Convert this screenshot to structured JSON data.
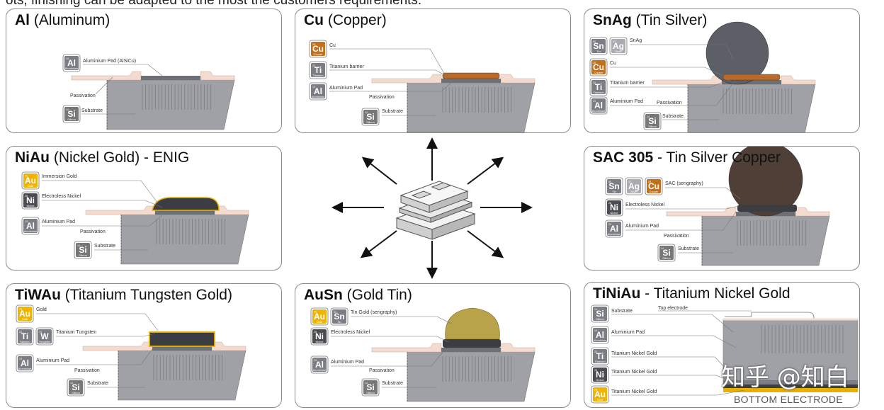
{
  "header_text": "ots, finishing can be adapted to the most the customers requirements.",
  "colors": {
    "substrate": "#9fa1a6",
    "pad": "#6d7075",
    "copper": "#b86b2a",
    "gold": "#e8b000",
    "solder_gray": "#5d5f66",
    "sac_brown": "#4f3f36",
    "ausn": "#b9a34a",
    "passivation": "#f3dccf",
    "nickel_dark": "#3b3d42"
  },
  "panels": [
    {
      "id": "al",
      "title_bold": "Al",
      "title_rest": " (Aluminum)",
      "elements": [
        {
          "sym": "Al",
          "name": "Aluminium",
          "num": "13",
          "label": "Aluminium Pad (AlSiCu)",
          "color": "gray"
        }
      ],
      "passivation_label": "Passivation",
      "substrate": {
        "sym": "Si",
        "name": "Silicon",
        "num": "14",
        "label": "Substrate"
      }
    },
    {
      "id": "cu",
      "title_bold": "Cu",
      "title_rest": " (Copper)",
      "elements": [
        {
          "sym": "Cu",
          "name": "Copper",
          "num": "29",
          "label": "Cu",
          "color": "copper"
        },
        {
          "sym": "Ti",
          "name": "Titanium",
          "num": "22",
          "label": "Titanium barrier",
          "color": "gray"
        },
        {
          "sym": "Al",
          "name": "Aluminium",
          "num": "13",
          "label": "Aluminium Pad",
          "color": "gray"
        }
      ],
      "passivation_label": "Passivation",
      "substrate": {
        "sym": "Si",
        "name": "Silicon",
        "num": "14",
        "label": "Substrate"
      }
    },
    {
      "id": "snag",
      "title_bold": "SnAg",
      "title_rest": " (Tin Silver)",
      "elements": [
        {
          "sym": "Sn",
          "name": "Tin",
          "num": "50",
          "label": "",
          "color": "gray"
        },
        {
          "sym": "Ag",
          "name": "Silver",
          "num": "47",
          "label": "SnAg",
          "color": "lightgray"
        },
        {
          "sym": "Cu",
          "name": "Copper",
          "num": "29",
          "label": "Cu",
          "color": "copper"
        },
        {
          "sym": "Ti",
          "name": "Titanium",
          "num": "22",
          "label": "Titanium barrier",
          "color": "gray"
        },
        {
          "sym": "Al",
          "name": "Aluminium",
          "num": "13",
          "label": "Aluminium Pad",
          "color": "gray"
        }
      ],
      "passivation_label": "Passivation",
      "substrate": {
        "sym": "Si",
        "name": "Silicon",
        "num": "14",
        "label": "Substrate"
      }
    },
    {
      "id": "niau",
      "title_bold": "NiAu",
      "title_rest": " (Nickel Gold) - ENIG",
      "elements": [
        {
          "sym": "Au",
          "name": "Gold",
          "num": "79",
          "label": "Immersion Gold",
          "color": "gold"
        },
        {
          "sym": "Ni",
          "name": "Nickel",
          "num": "28",
          "label": "Electroless Nickel",
          "color": "dark"
        },
        {
          "sym": "Al",
          "name": "Aluminium",
          "num": "13",
          "label": "Aluminium Pad",
          "color": "gray"
        }
      ],
      "passivation_label": "Passivation",
      "substrate": {
        "sym": "Si",
        "name": "Silicon",
        "num": "14",
        "label": "Substrate"
      }
    },
    {
      "id": "sac",
      "title_bold": "SAC 305",
      "title_rest": " - Tin Silver Copper",
      "elements": [
        {
          "sym": "Sn",
          "name": "Tin",
          "num": "50",
          "label": "",
          "color": "gray"
        },
        {
          "sym": "Ag",
          "name": "Silver",
          "num": "47",
          "label": "",
          "color": "lightgray"
        },
        {
          "sym": "Cu",
          "name": "Copper",
          "num": "29",
          "label": "SAC (serigraphy)",
          "color": "copper"
        },
        {
          "sym": "Ni",
          "name": "Nickel",
          "num": "28",
          "label": "Electroless Nickel",
          "color": "dark"
        },
        {
          "sym": "Al",
          "name": "Aluminium",
          "num": "13",
          "label": "Aluminium Pad",
          "color": "gray"
        }
      ],
      "passivation_label": "Passivation",
      "substrate": {
        "sym": "Si",
        "name": "Silicon",
        "num": "14",
        "label": "Substrate"
      }
    },
    {
      "id": "tiwau",
      "title_bold": "TiWAu",
      "title_rest": " (Titanium Tungsten Gold)",
      "elements": [
        {
          "sym": "Au",
          "name": "Gold",
          "num": "79",
          "label": "Gold",
          "color": "gold"
        },
        {
          "sym": "Ti",
          "name": "Titanium",
          "num": "22",
          "label": "",
          "color": "gray"
        },
        {
          "sym": "W",
          "name": "Tungsten",
          "num": "74",
          "label": "Titanium Tungsten",
          "color": "gray"
        },
        {
          "sym": "Al",
          "name": "Aluminium",
          "num": "13",
          "label": "Aluminium Pad",
          "color": "gray"
        }
      ],
      "passivation_label": "Passivation",
      "substrate": {
        "sym": "Si",
        "name": "Silicon",
        "num": "14",
        "label": "Substrate"
      }
    },
    {
      "id": "ausn",
      "title_bold": "AuSn",
      "title_rest": " (Gold Tin)",
      "elements": [
        {
          "sym": "Au",
          "name": "Gold",
          "num": "79",
          "label": "",
          "color": "gold"
        },
        {
          "sym": "Sn",
          "name": "Tin",
          "num": "50",
          "label": "Tin Gold (serigraphy)",
          "color": "gray"
        },
        {
          "sym": "Ni",
          "name": "Nickel",
          "num": "28",
          "label": "Electroless Nickel",
          "color": "dark"
        },
        {
          "sym": "Al",
          "name": "Aluminium",
          "num": "13",
          "label": "Aluminium Pad",
          "color": "gray"
        }
      ],
      "passivation_label": "Passivation",
      "substrate": {
        "sym": "Si",
        "name": "Silicon",
        "num": "14",
        "label": "Substrate"
      }
    },
    {
      "id": "tiniau",
      "title_bold": "TiNiAu",
      "title_rest": " - Titanium Nickel Gold",
      "elements": [
        {
          "sym": "Si",
          "name": "Silicon",
          "num": "14",
          "label": "Substrate",
          "color": "gray"
        },
        {
          "sym": "Al",
          "name": "Aluminium",
          "num": "13",
          "label": "Aluminium Pad",
          "color": "gray"
        },
        {
          "sym": "Ti",
          "name": "Titanium",
          "num": "22",
          "label": "Titanium Nickel Gold",
          "color": "gray"
        },
        {
          "sym": "Ni",
          "name": "Nickel",
          "num": "28",
          "label": "Titanium Nickel Gold",
          "color": "dark"
        },
        {
          "sym": "Au",
          "name": "Gold",
          "num": "79",
          "label": "Titanium Nickel Gold",
          "color": "gold"
        }
      ],
      "top_electrode_label": "Top electrode",
      "bottom_electrode_label": "BOTTOM ELECTRODE"
    }
  ],
  "watermark": "知乎 @知白"
}
